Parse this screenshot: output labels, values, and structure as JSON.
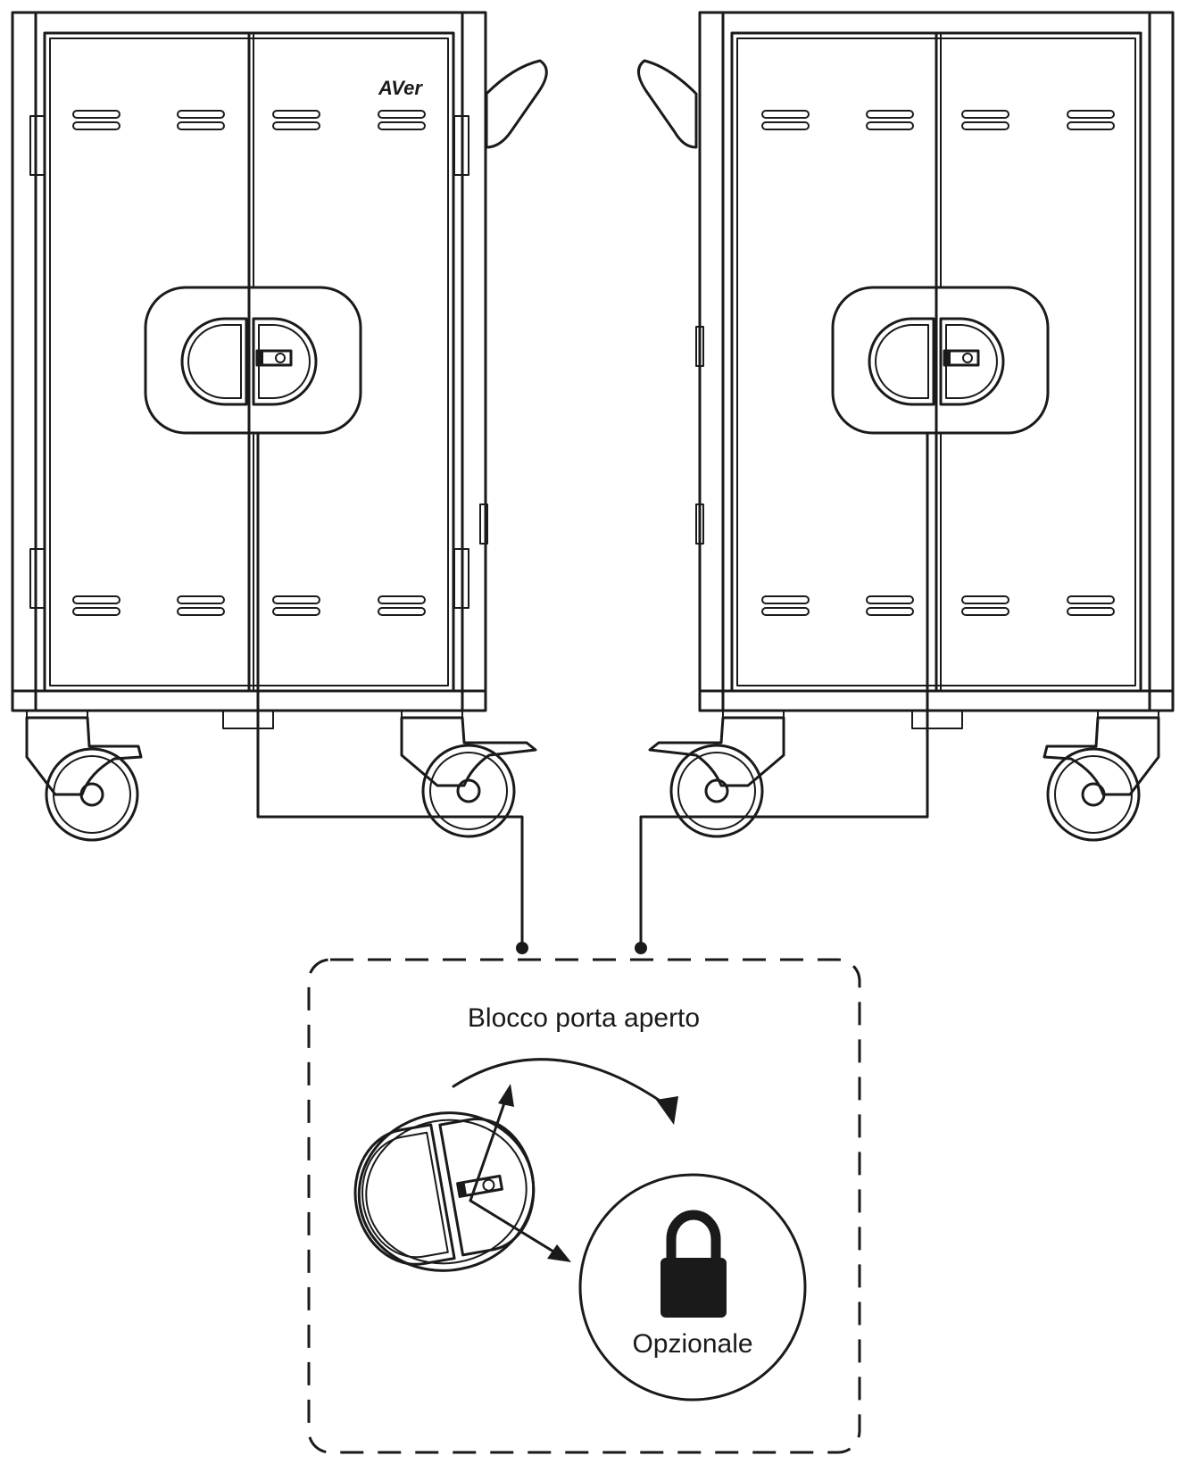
{
  "diagram": {
    "brand_logo_text": "AVer",
    "callout_title": "Blocco porta aperto",
    "padlock_label": "Opzionale",
    "icons": {
      "rotation_arrow": "curved-arrow-icon",
      "padlock": "padlock-icon"
    },
    "colors": {
      "line": "#1a1a1a",
      "background": "#ffffff"
    }
  }
}
